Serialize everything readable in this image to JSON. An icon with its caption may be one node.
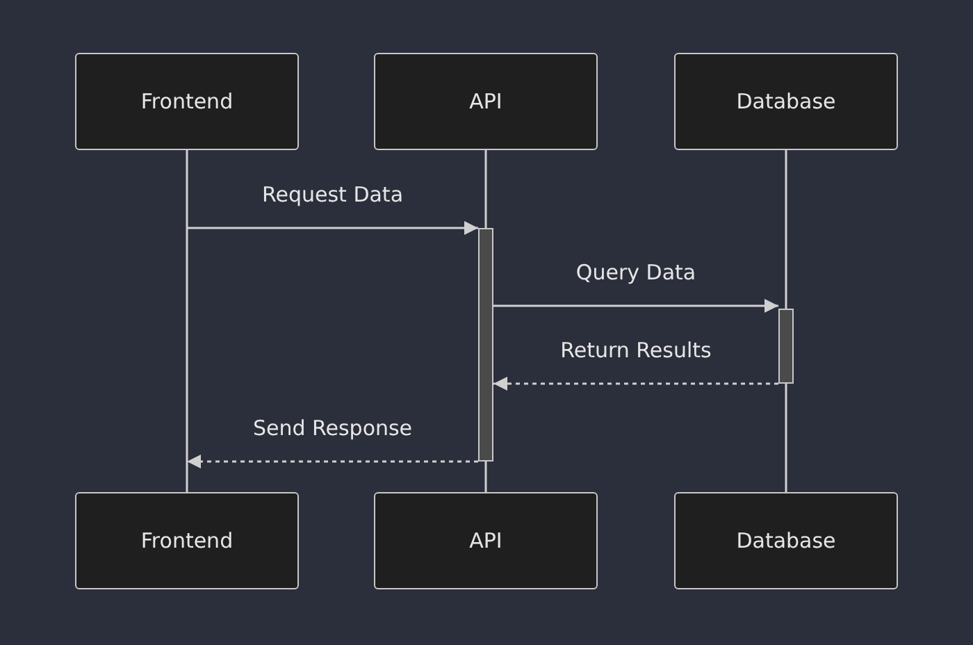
{
  "diagram": {
    "nodes": [
      {
        "text": [
          "Frontend"
        ]
      },
      {
        "text": [
          "API"
        ]
      },
      {
        "text": [
          "Database"
        ]
      },
      {
        "text": [
          "Frontend"
        ]
      },
      {
        "text": [
          "API"
        ]
      },
      {
        "text": [
          "Database"
        ]
      },
      {
        "text": [],
        "shape": "bar"
      },
      {
        "text": [],
        "shape": "bar"
      }
    ],
    "edges": [
      {
        "from": 0,
        "to": 3,
        "arrow": "none"
      },
      {
        "from": 1,
        "to": 6,
        "arrow": "none"
      },
      {
        "from": 6,
        "to": 4,
        "arrow": "none"
      },
      {
        "from": 2,
        "to": 7,
        "arrow": "none"
      },
      {
        "from": 7,
        "to": 5,
        "arrow": "none"
      },
      {
        "from": 0,
        "to": 6,
        "arrow": "to",
        "label": "Request Data"
      },
      {
        "from": 6,
        "to": 7,
        "arrow": "to",
        "label": "Query Data"
      },
      {
        "from": 7,
        "to": 6,
        "arrow": "to",
        "label": "Return Results",
        "style": "dashed"
      },
      {
        "from": 6,
        "to": 3,
        "arrow": "to",
        "label": "Send Response",
        "style": "dashed"
      }
    ]
  }
}
